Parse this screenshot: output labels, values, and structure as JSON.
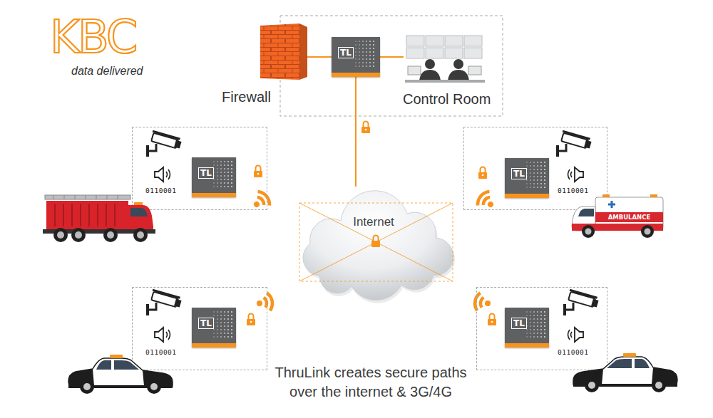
{
  "diagram": {
    "caption": "ThruLink creates secure paths over the internet & 3G/4G",
    "nodes": [
      {
        "text": [
          "Firewall"
        ]
      },
      {
        "text": [
          "TL"
        ]
      },
      {
        "text": [
          "Control Room"
        ]
      },
      {
        "text": [
          "0110001"
        ]
      },
      {
        "text": [
          "TL"
        ],
        "in": 3
      },
      {
        "text": [
          "0110001"
        ]
      },
      {
        "text": [
          "TL"
        ],
        "in": 5
      },
      {
        "text": [
          "Internet"
        ]
      },
      {
        "text": [
          "0110001"
        ]
      },
      {
        "text": [
          "TL"
        ],
        "in": 8
      },
      {
        "text": [
          "0110001"
        ]
      },
      {
        "text": [
          "TL"
        ],
        "in": 10
      }
    ],
    "edges": [
      {
        "from": 0,
        "to": 1,
        "arrow": "none"
      },
      {
        "from": 1,
        "to": 2,
        "arrow": "none"
      },
      {
        "from": 1,
        "to": 7,
        "arrow": "none"
      }
    ],
    "labels": [
      "KBC",
      "data delivered",
      "AMBULANCE"
    ]
  }
}
